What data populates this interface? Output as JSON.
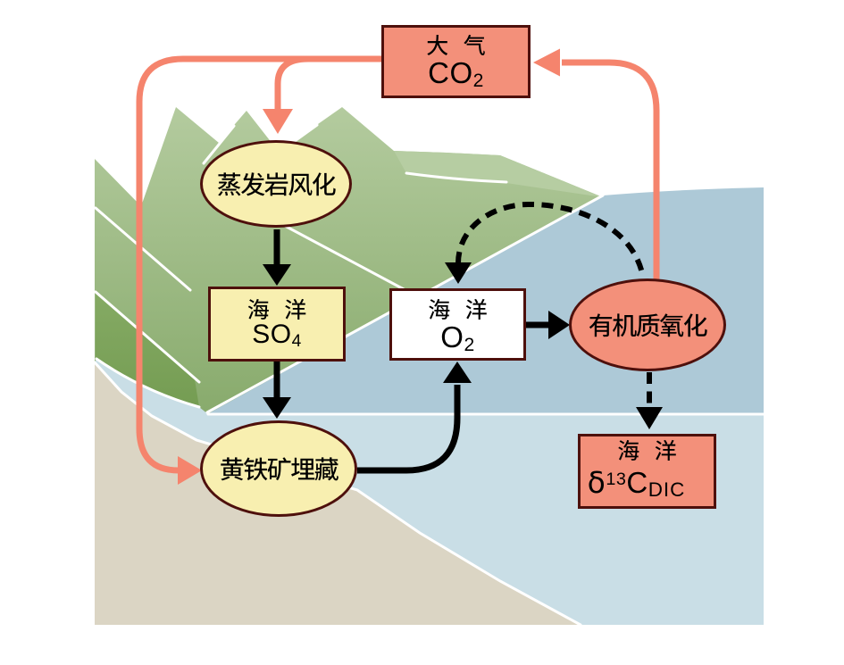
{
  "figure": {
    "type": "biogeochemical-cycle-diagram",
    "language": "zh-CN",
    "nodes": {
      "atmosphere": {
        "line1": "大 气",
        "formula": {
          "main": "CO",
          "sub": "2"
        },
        "shape": "rect",
        "fill": "salmon"
      },
      "evaporite": {
        "label": "蒸发岩风化",
        "shape": "ellipse",
        "fill": "yellow"
      },
      "sulfate": {
        "line1": "海 洋",
        "formula": {
          "main": "SO",
          "sub": "4"
        },
        "shape": "rect",
        "fill": "yellow"
      },
      "pyrite": {
        "label": "黄铁矿埋藏",
        "shape": "ellipse",
        "fill": "yellow"
      },
      "oxygen": {
        "line1": "海 洋",
        "formula": {
          "main": "O",
          "sub": "2"
        },
        "shape": "rect",
        "fill": "white"
      },
      "organic": {
        "label": "有机质氧化",
        "shape": "ellipse",
        "fill": "salmon"
      },
      "dic": {
        "line1": "海 洋",
        "formula": {
          "delta": "δ",
          "sup": "13",
          "main": "C",
          "sub": "DIC"
        },
        "shape": "rect",
        "fill": "salmon"
      }
    },
    "edges": [
      {
        "from": "大气CO2",
        "to": "蒸发岩风化",
        "style": "solid",
        "color": "salmon"
      },
      {
        "from": "大气CO2",
        "to": "黄铁矿埋藏",
        "style": "solid",
        "color": "salmon"
      },
      {
        "from": "有机质氧化",
        "to": "大气CO2",
        "style": "solid",
        "color": "salmon"
      },
      {
        "from": "蒸发岩风化",
        "to": "海洋SO4",
        "style": "solid",
        "color": "black"
      },
      {
        "from": "海洋SO4",
        "to": "黄铁矿埋藏",
        "style": "solid",
        "color": "black"
      },
      {
        "from": "黄铁矿埋藏",
        "to": "海洋O2",
        "style": "solid",
        "color": "black"
      },
      {
        "from": "海洋O2",
        "to": "有机质氧化",
        "style": "solid",
        "color": "black"
      },
      {
        "from": "有机质氧化",
        "to": "海洋O2",
        "style": "dashed",
        "color": "black"
      },
      {
        "from": "有机质氧化",
        "to": "海洋δ13CDIC",
        "style": "dashed",
        "color": "black"
      }
    ],
    "colors": {
      "salmon-fill": "#F3907A",
      "salmon-arrow": "#F5846D",
      "node-border": "#4E100C",
      "yellow-fill": "#F8EFB0",
      "white-fill": "#FFFFFF",
      "sea-upper": "#ADC9D7",
      "sea-lower": "#C9DEE6",
      "land-tan": "#DBD5C4",
      "green-light": "#B5CCA0",
      "green-dark": "#86A96A",
      "green-front-light": "#86AB65",
      "green-front-dark": "#749C52",
      "text": "#000000"
    }
  }
}
